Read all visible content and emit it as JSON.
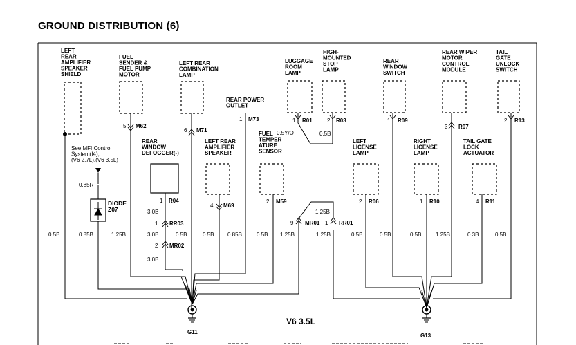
{
  "title": "GROUND DISTRIBUTION (6)",
  "engine_label": "V6 3.5L",
  "grounds": [
    {
      "id": "G11"
    },
    {
      "id": "G13"
    }
  ],
  "components": [
    {
      "lines": [
        "LEFT",
        "REAR",
        "AMPLIFIER",
        "SPEAKER",
        "SHIELD"
      ]
    },
    {
      "lines": [
        "FUEL",
        "SENDER &",
        "FUEL PUMP",
        "MOTOR"
      ]
    },
    {
      "lines": [
        "LEFT REAR",
        "COMBINATION",
        "LAMP"
      ]
    },
    {
      "lines": [
        "REAR POWER",
        "OUTLET"
      ]
    },
    {
      "lines": [
        "LUGGAGE",
        "ROOM",
        "LAMP"
      ]
    },
    {
      "lines": [
        "HIGH-",
        "MOUNTED",
        "STOP",
        "LAMP"
      ]
    },
    {
      "lines": [
        "REAR",
        "WINDOW",
        "SWITCH"
      ]
    },
    {
      "lines": [
        "REAR WIPER",
        "MOTOR",
        "CONTROL",
        "MODULE"
      ]
    },
    {
      "lines": [
        "TAIL",
        "GATE",
        "UNLOCK",
        "SWITCH"
      ]
    },
    {
      "lines": [
        "REAR",
        "WINDOW",
        "DEFOGGER(-)"
      ]
    },
    {
      "lines": [
        "LEFT REAR",
        "AMPLIFIER",
        "SPEAKER"
      ]
    },
    {
      "lines": [
        "FUEL",
        "TEMPER-",
        "ATURE",
        "SENSOR"
      ]
    },
    {
      "lines": [
        "LEFT",
        "LICENSE",
        "LAMP"
      ]
    },
    {
      "lines": [
        "RIGHT",
        "LICENSE",
        "LAMP"
      ]
    },
    {
      "lines": [
        "TAIL GATE",
        "LOCK",
        "ACTUATOR"
      ]
    },
    {
      "lines": [
        "DIODE",
        "Z07"
      ]
    }
  ],
  "connectors": [
    {
      "pin": "5",
      "id": "M62"
    },
    {
      "pin": "6",
      "id": "M71"
    },
    {
      "pin": "1",
      "id": "M73"
    },
    {
      "pin": "1",
      "id": "R01"
    },
    {
      "pin": "2",
      "id": "R03"
    },
    {
      "pin": "1",
      "id": "R09"
    },
    {
      "pin": "3",
      "id": "R07"
    },
    {
      "pin": "2",
      "id": "R13"
    },
    {
      "pin": "1",
      "id": "R04"
    },
    {
      "pin": "1",
      "id": "RR03"
    },
    {
      "pin": "2",
      "id": "MR02"
    },
    {
      "pin": "4",
      "id": "M69"
    },
    {
      "pin": "2",
      "id": "M59"
    },
    {
      "pin": "9",
      "id": "MR01"
    },
    {
      "pin": "1",
      "id": "RR01"
    },
    {
      "pin": "2",
      "id": "R06"
    },
    {
      "pin": "1",
      "id": "R10"
    },
    {
      "pin": "4",
      "id": "R11"
    }
  ],
  "wires": [
    "0.5B",
    "0.85B",
    "1.25B",
    "3.0B",
    "0.5B",
    "0.85B",
    "0.5B",
    "1.25B",
    "1.25B",
    "0.5B",
    "0.5B",
    "0.5B",
    "1.25B",
    "0.3B",
    "0.5B",
    "0.5Y/O",
    "0.5B",
    "1.25B",
    "3.0B",
    "3.0B",
    "0.85R"
  ],
  "note": [
    "See MFI Control",
    "System(I4),",
    "(V6 2.7L),(V6 3.5L)"
  ]
}
